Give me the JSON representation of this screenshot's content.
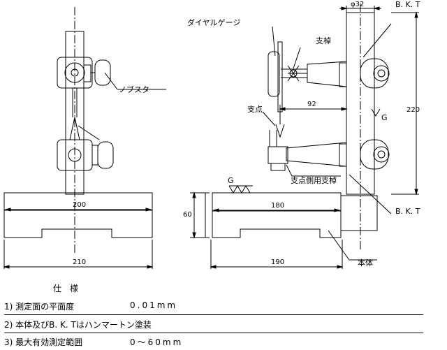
{
  "labels": {
    "dial_gauge": "ダイヤルゲージ",
    "support_rod": "支棹",
    "knob_star": "ノブスター",
    "contact_point": "支点",
    "contact_side_rod": "支点側用支棹",
    "bkt_top": "B. K. T",
    "bkt_bottom": "B. K. T",
    "body": "本体",
    "g_top": "G",
    "g_right": "G"
  },
  "dimensions": {
    "phi32": "φ32",
    "d220": "220",
    "d92": "92",
    "d200": "200",
    "d210": "210",
    "d180": "180",
    "d190": "190",
    "d60": "60"
  },
  "spec": {
    "title": "仕　様",
    "rows": [
      {
        "key": "1) 測定面の平面度",
        "value": "0.01mm"
      },
      {
        "key": "2) 本体及びB. K. Tはハンマートン塗装",
        "value": ""
      },
      {
        "key": "3) 最大有効測定範囲",
        "value": "0〜60mm"
      }
    ]
  }
}
